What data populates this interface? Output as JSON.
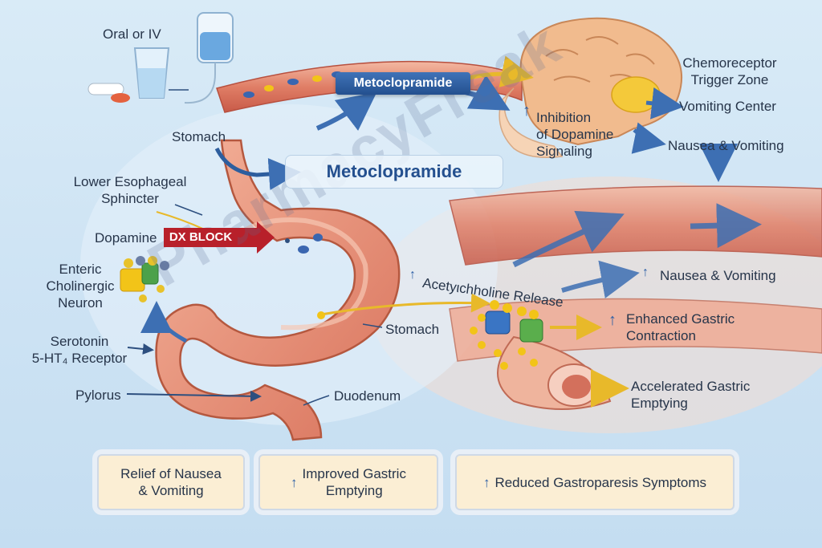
{
  "labels": {
    "route": "Oral or IV",
    "drug_pill": "Metoclopramide",
    "drug_title": "Metoclopramide",
    "ctz": "Chemoreceptor\nTrigger Zone",
    "vomiting_center": "Vomiting Center",
    "inhibition": "Inhibition\nof Dopamine\nSignaling",
    "nausea_top": "Nausea & Vomiting",
    "stomach_top": "Stomach",
    "les": "Lower Esophageal\nSphincter",
    "dopamine": "Dopamine",
    "block": "DX BLOCK",
    "enteric": "Enteric\nCholinergic\nNeuron",
    "ach": "Acetyιchholine Release",
    "nausea_mid": "Nausea & Vomiting",
    "stomach_mid": "Stomach",
    "serotonin": "Serotonin\n5-HT₄ Receptor",
    "enhanced": "Enhanced Gastric\nContraction",
    "pylorus": "Pylorus",
    "duodenum": "Duodenum",
    "accelerated": "Accelerated Gastric\nEmptying"
  },
  "outcomes": [
    {
      "text": "Relief of Nausea\n& Vomiting",
      "arrow": false
    },
    {
      "text": "Improved Gastric\nEmptying",
      "arrow": true
    },
    {
      "text": "Reduced Gastroparesis Symptoms",
      "arrow": true
    }
  ],
  "watermark": "PharmacyFreak",
  "colors": {
    "accent_blue": "#2c5fa6",
    "block_red": "#b8202a",
    "tissue": "#e8957c",
    "outcome_fill": "#fbeed4",
    "neurotransmitter": "#f2c418"
  }
}
